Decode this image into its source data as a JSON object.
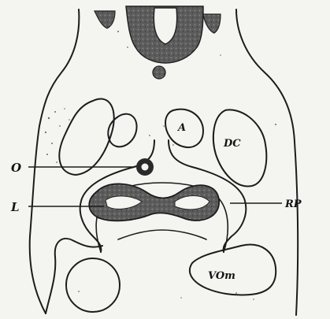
{
  "figure": {
    "labels": {
      "a": "A",
      "dc": "DC",
      "o": "O",
      "l": "L",
      "rp": "RP",
      "vom": "VOm"
    }
  }
}
